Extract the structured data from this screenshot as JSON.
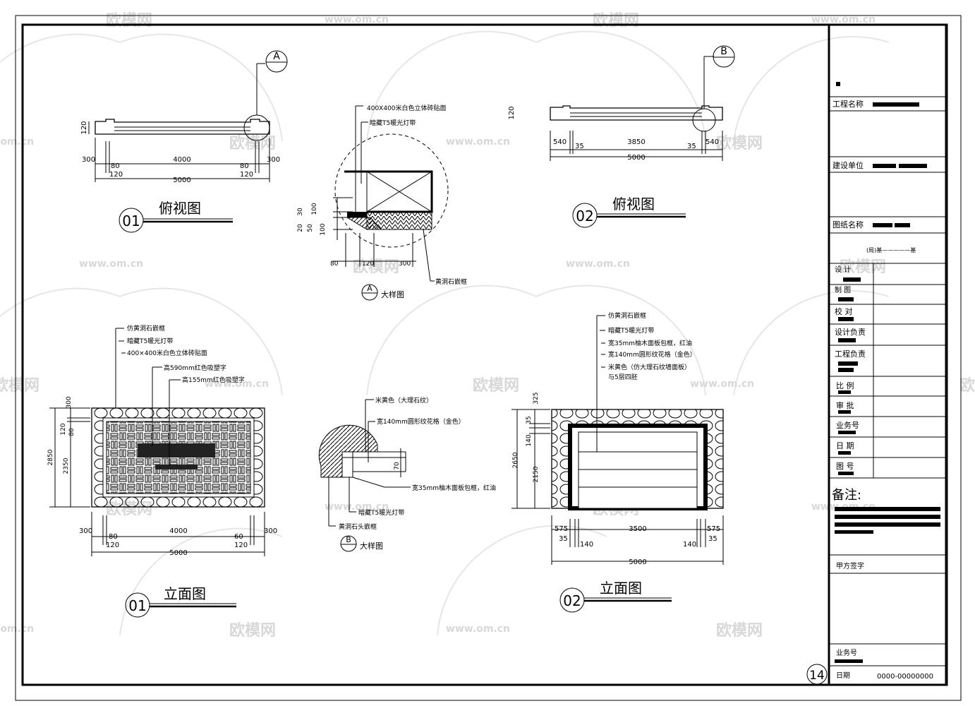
{
  "watermarks": {
    "brand": "欧模网",
    "url": "www.om.cn",
    "url_partial": ".om.cn",
    "brand_partial": "欧模网"
  },
  "views": {
    "plan1": {
      "number": "01",
      "title": "俯视图",
      "marker": "A",
      "dims": {
        "h": "120",
        "l1": "300",
        "l2": "80",
        "l3": "120",
        "mid": "4000",
        "r1": "80",
        "r2": "120",
        "r3": "300",
        "total": "5000"
      }
    },
    "plan2": {
      "number": "02",
      "title": "俯视图",
      "marker": "B",
      "dims": {
        "h": "120",
        "l1": "540",
        "l2": "35",
        "mid": "3850",
        "r2": "35",
        "r1": "540",
        "total": "5000"
      }
    },
    "detailA": {
      "marker": "A",
      "title": "大样图",
      "labels": [
        "400X400米白色立体砖贴面",
        "暗藏T5暖光灯带",
        "黄洞石嵌框"
      ],
      "dims": {
        "v1": "30",
        "v2": "100",
        "v3": "20",
        "v4": "50",
        "v5": "100",
        "h1": "80",
        "h2": "120",
        "h3": "300"
      }
    },
    "elev1": {
      "number": "01",
      "title": "立面图",
      "labels": [
        "仿黄洞石嵌框",
        "暗藏T5暖光灯带",
        "400×400米白色立体砖贴面",
        "高590mm红色吸塑字",
        "高155mm红色吸塑字"
      ],
      "dims": {
        "v1": "300",
        "v2": "120",
        "v3": "80",
        "v4": "2850",
        "v5": "2350",
        "l1": "300",
        "l2": "80",
        "l3": "120",
        "mid": "4000",
        "r1": "60",
        "r2": "120",
        "r3": "300",
        "total": "5000"
      }
    },
    "detailB": {
      "marker": "B",
      "title": "大样图",
      "labels": [
        "米黄色（大理石纹）",
        "宽140mm圆形纹花格（金色）",
        "宽35mm柚木面板包框，红油",
        "暗藏T5暖光灯带",
        "黄洞石头嵌框"
      ],
      "dims": {
        "v1": "70"
      }
    },
    "elev2": {
      "number": "02",
      "title": "立面图",
      "labels": [
        "仿黄洞石嵌框",
        "暗藏T5暖光灯带",
        "宽35mm柚木面板包框，红油",
        "宽140mm圆形纹花格（金色）",
        "米黄色（仿大理石纹墙面板）",
        "与5层四胚"
      ],
      "dims": {
        "v1": "325",
        "v2": "35",
        "v3": "140",
        "v4": "2650",
        "v5": "2150",
        "l1": "575",
        "l2": "35",
        "l3": "140",
        "mid": "3500",
        "r1": "575",
        "r2": "35",
        "r3": "140",
        "total": "5000"
      }
    }
  },
  "title_block": {
    "project_name": "工程名称",
    "client": "建设单位",
    "drawing_name": "图纸名称",
    "revision_note": "(局)基—————基",
    "rows": [
      "设  计",
      "制  图",
      "校  对",
      "设计负责",
      "工程负责",
      "比  例",
      "审  批",
      "业务号",
      "日  期",
      "图  号"
    ],
    "row_short": [
      "设 计",
      "制 图"
    ],
    "remarks": "备注:",
    "sign": "甲方签字",
    "footer_job": "业务号",
    "footer_date": "日期",
    "drawing_code": "0000-00000000",
    "sheet_no": "14"
  }
}
